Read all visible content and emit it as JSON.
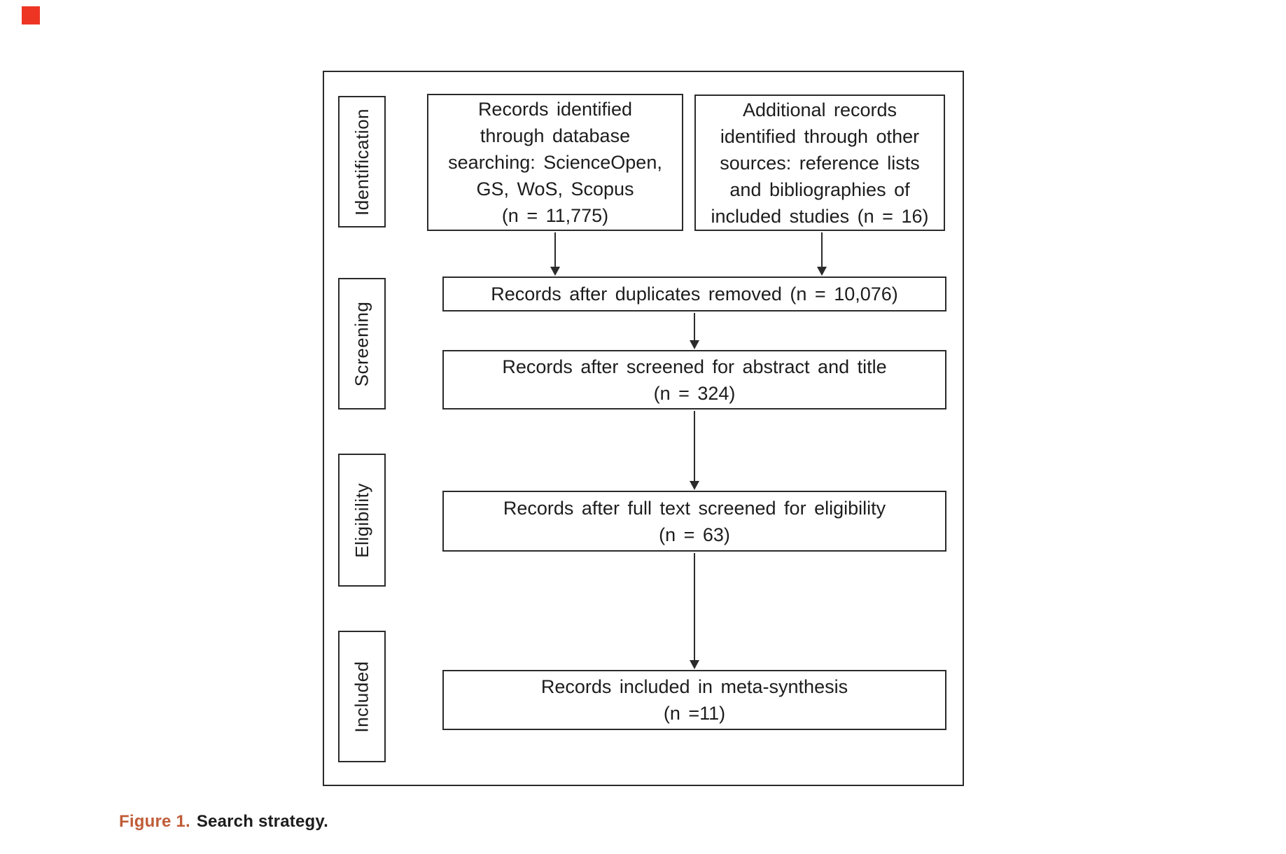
{
  "colors": {
    "accent": "#C05C38",
    "marker": "#EE3524",
    "line": "#2b2b2b",
    "ink": "#1d1d1d"
  },
  "figure": {
    "caption_label": "Figure 1.",
    "caption_text": "Search strategy."
  },
  "diagram": {
    "stages": [
      {
        "label": "Identification"
      },
      {
        "label": "Screening"
      },
      {
        "label": "Eligibility"
      },
      {
        "label": "Included"
      }
    ],
    "nodes": [
      {
        "id": "records-identified",
        "text": "Records identified\nthrough database\nsearching: ScienceOpen,\nGS, WoS, Scopus\n(n = 11,775)"
      },
      {
        "id": "additional-records",
        "text": "Additional records\nidentified through other\nsources: reference lists\nand bibliographies of\nincluded studies (n = 16)"
      },
      {
        "id": "duplicates-removed",
        "text": "Records after duplicates removed (n = 10,076)"
      },
      {
        "id": "title-abstract-screened",
        "text": "Records after screened for abstract and title\n(n = 324)"
      },
      {
        "id": "fulltext-screened",
        "text": "Records after full text screened for eligibility\n(n = 63)"
      },
      {
        "id": "meta-synthesis-included",
        "text": "Records included in meta-synthesis\n(n =11)"
      }
    ]
  }
}
